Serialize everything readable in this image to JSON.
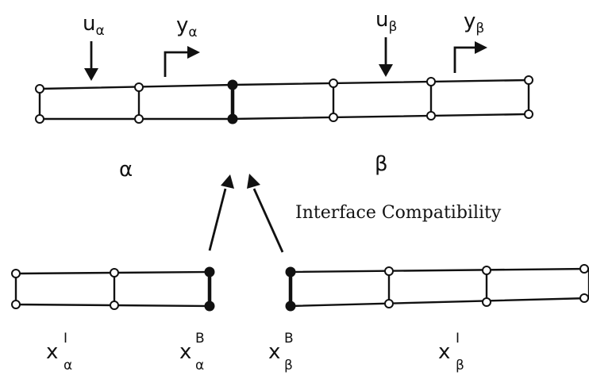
{
  "top_labels": {
    "u_alpha": {
      "base": "u",
      "sub": "α"
    },
    "y_alpha": {
      "base": "y",
      "sub": "α"
    },
    "u_beta": {
      "base": "u",
      "sub": "β"
    },
    "y_beta": {
      "base": "y",
      "sub": "β"
    }
  },
  "substructure_labels": {
    "alpha": "α",
    "beta": "β"
  },
  "caption": "Interface Compatibility",
  "bottom_labels": {
    "x_alpha_I": {
      "base": "x",
      "sup": "I",
      "sub": "α"
    },
    "x_alpha_B": {
      "base": "x",
      "sup": "B",
      "sub": "α"
    },
    "x_beta_B": {
      "base": "x",
      "sup": "B",
      "sub": "β"
    },
    "x_beta_I": {
      "base": "x",
      "sup": "I",
      "sub": "β"
    }
  },
  "colors": {
    "ink": "#111111",
    "background": "#ffffff"
  }
}
